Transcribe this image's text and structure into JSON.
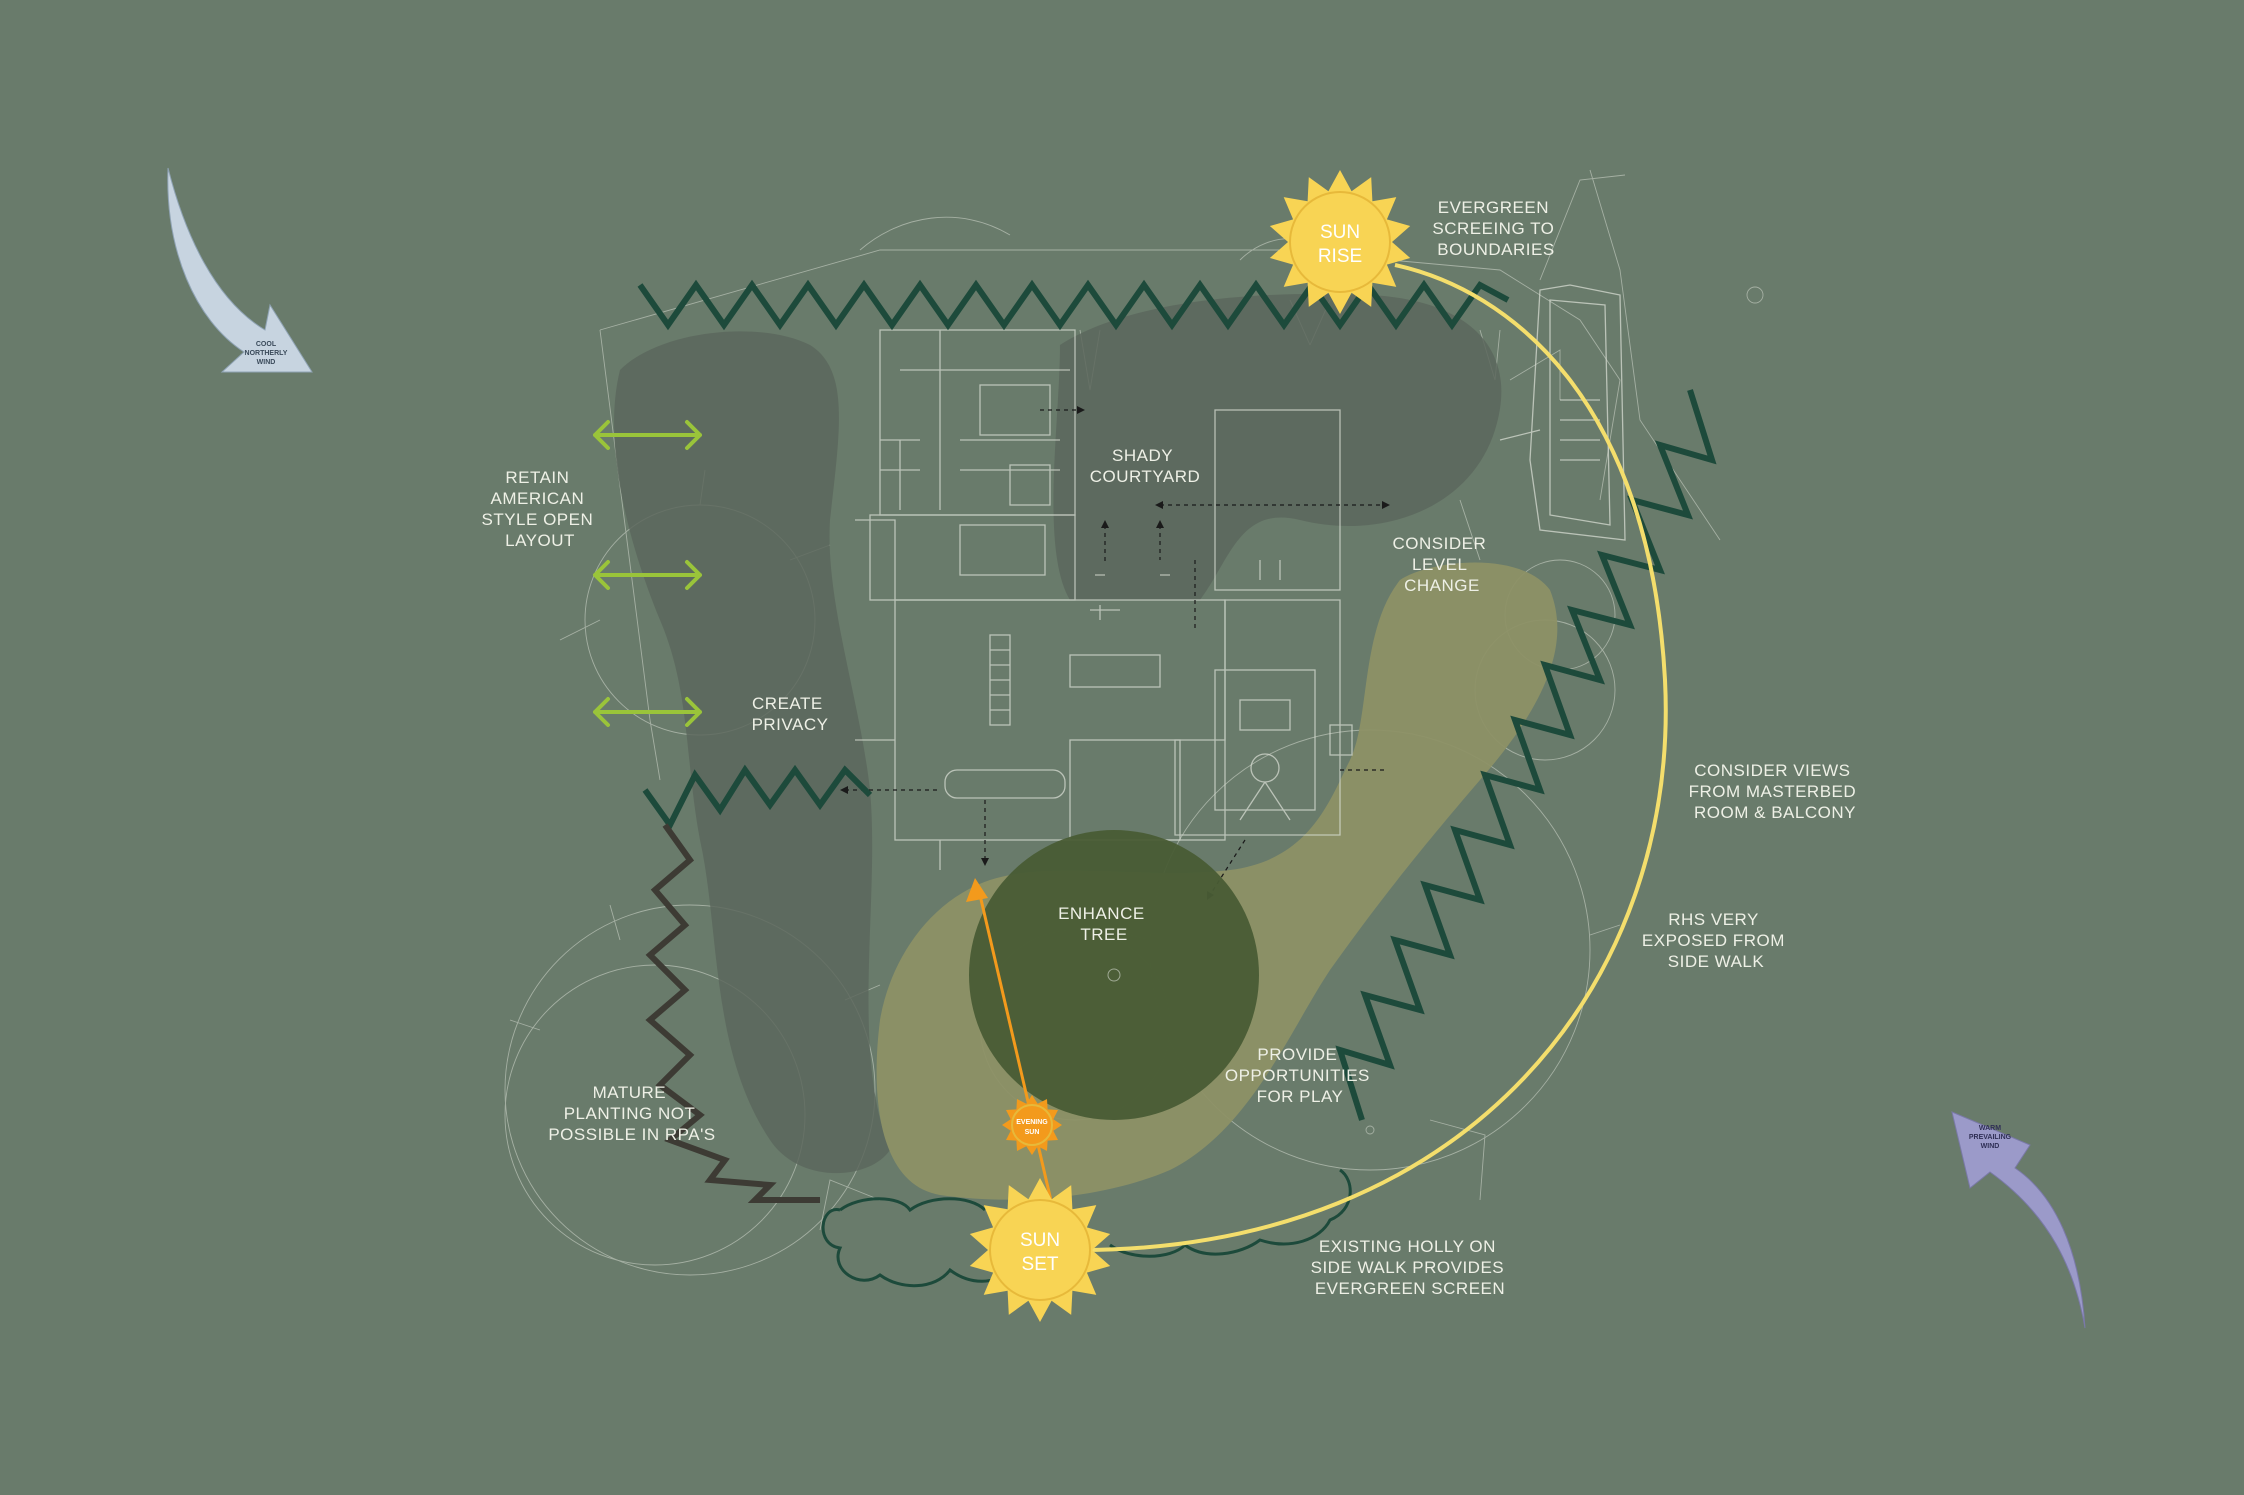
{
  "colors": {
    "background": "#697b6b",
    "shade_zone": "#5c675d",
    "sun_zone": "#8d9166",
    "tree": "#495c35",
    "evergreen_hedge": "#1d4a3b",
    "boundary_hedge": "#3d3b34",
    "privacy_arrow": "#9ac43a",
    "sun_yellow": "#f8d454",
    "sun_path": "#f4de6c",
    "evening_sun": "#f39a1c",
    "cool_wind": "#c7d4e0",
    "warm_wind": "#9b9ac9"
  },
  "icons": {
    "sunrise": "sun-icon",
    "sunset": "sun-icon",
    "evening_sun": "sun-icon",
    "cool_wind": "curved-arrow-icon",
    "warm_wind": "curved-arrow-icon",
    "privacy": "double-arrow-icon"
  },
  "labels": {
    "evergreen_screening": [
      "EVERGREEN",
      "SCREEING TO",
      "BOUNDARIES"
    ],
    "retain_layout": [
      "RETAIN",
      "AMERICAN",
      "STYLE OPEN",
      "LAYOUT"
    ],
    "shady_courtyard": [
      "SHADY",
      "COURTYARD"
    ],
    "consider_level": [
      "CONSIDER",
      "LEVEL",
      "CHANGE"
    ],
    "create_privacy": [
      "CREATE",
      "PRIVACY"
    ],
    "consider_views": [
      "CONSIDER VIEWS",
      "FROM MASTERBED",
      "ROOM & BALCONY"
    ],
    "enhance_tree": [
      "ENHANCE",
      "TREE"
    ],
    "rhs_exposed": [
      "RHS VERY",
      "EXPOSED FROM",
      "SIDE WALK"
    ],
    "provide_play": [
      "PROVIDE",
      "OPPORTUNITIES",
      "FOR PLAY"
    ],
    "mature_planting": [
      "MATURE",
      "PLANTING NOT",
      "POSSIBLE IN RPA'S"
    ],
    "existing_holly": [
      "EXISTING HOLLY ON",
      "SIDE WALK PROVIDES",
      "EVERGREEN SCREEN"
    ]
  },
  "suns": {
    "sunrise": [
      "SUN",
      "RISE"
    ],
    "sunset": [
      "SUN",
      "SET"
    ],
    "evening": [
      "EVENING",
      "SUN"
    ]
  },
  "wind": {
    "cool": [
      "COOL",
      "NORTHERLY",
      "WIND"
    ],
    "warm": [
      "WARM",
      "PREVAILING",
      "WIND"
    ]
  }
}
